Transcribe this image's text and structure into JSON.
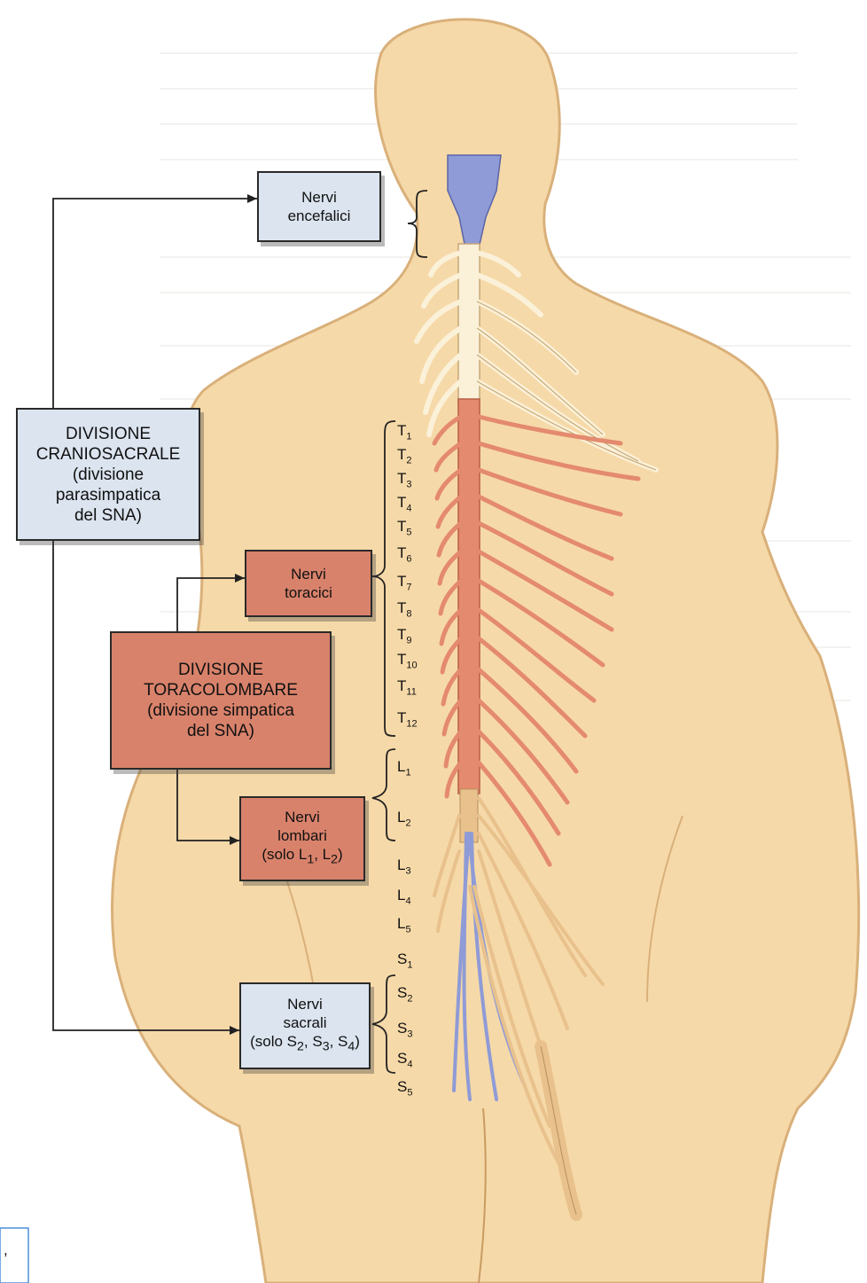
{
  "colors": {
    "skin": "#f6d9a8",
    "skin_edge": "#d9b07a",
    "parasympathetic": "#8f9bd6",
    "sympathetic": "#e48a6e",
    "nerve_pale": "#fbf1d9",
    "box_blue": "#dbe4ef",
    "box_orange": "#d9826b"
  },
  "boxes": {
    "encefalici": {
      "line1": "Nervi",
      "line2": "encefalici"
    },
    "craniosacrale": {
      "line1": "DIVISIONE",
      "line2": "CRANIOSACRALE",
      "line3": "(divisione",
      "line4": "parasimpatica",
      "line5": "del SNA)"
    },
    "toracici": {
      "line1": "Nervi",
      "line2": "toracici"
    },
    "toracolombare": {
      "line1": "DIVISIONE",
      "line2": "TORACOLOMBARE",
      "line3": "(divisione simpatica",
      "line4": "del SNA)"
    },
    "lombari": {
      "line1": "Nervi",
      "line2": "lombari",
      "line3_prefix": "(solo L",
      "sub1": "1",
      "mid": ", L",
      "sub2": "2",
      "suffix": ")"
    },
    "sacrali": {
      "line1": "Nervi",
      "line2": "sacrali",
      "line3_prefix": "(solo S",
      "sub1": "2",
      "mid1": ", S",
      "sub2": "3",
      "mid2": ", S",
      "sub3": "4",
      "suffix": ")"
    }
  },
  "segments": [
    {
      "letter": "T",
      "num": "1"
    },
    {
      "letter": "T",
      "num": "2"
    },
    {
      "letter": "T",
      "num": "3"
    },
    {
      "letter": "T",
      "num": "4"
    },
    {
      "letter": "T",
      "num": "5"
    },
    {
      "letter": "T",
      "num": "6"
    },
    {
      "letter": "T",
      "num": "7"
    },
    {
      "letter": "T",
      "num": "8"
    },
    {
      "letter": "T",
      "num": "9"
    },
    {
      "letter": "T",
      "num": "10"
    },
    {
      "letter": "T",
      "num": "11"
    },
    {
      "letter": "T",
      "num": "12"
    },
    {
      "letter": "L",
      "num": "1"
    },
    {
      "letter": "L",
      "num": "2"
    },
    {
      "letter": "L",
      "num": "3"
    },
    {
      "letter": "L",
      "num": "4"
    },
    {
      "letter": "L",
      "num": "5"
    },
    {
      "letter": "S",
      "num": "1"
    },
    {
      "letter": "S",
      "num": "2"
    },
    {
      "letter": "S",
      "num": "3"
    },
    {
      "letter": "S",
      "num": "4"
    },
    {
      "letter": "S",
      "num": "5"
    }
  ],
  "stray_mark": ","
}
